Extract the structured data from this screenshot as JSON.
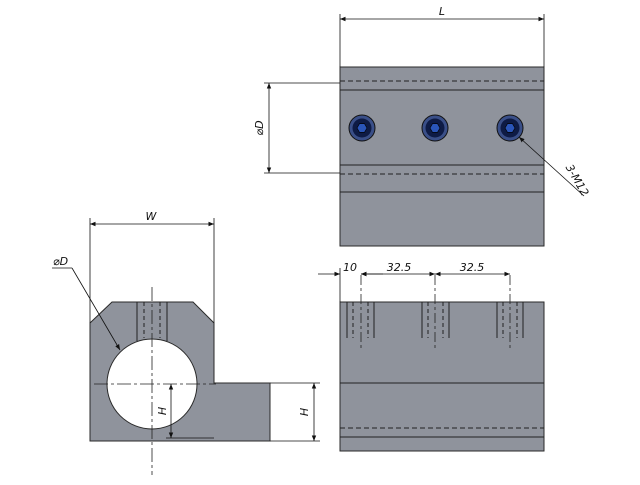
{
  "colors": {
    "background": "#ffffff",
    "part_fill": "#8f939c",
    "part_edge": "#2a2a2a",
    "dim_line": "#111111",
    "screw_dark": "#0e1b45",
    "screw_blue": "#2a55b8"
  },
  "labels": {
    "length": "L",
    "width": "W",
    "diameter_top": "⌀D",
    "diameter_front": "⌀D",
    "screws": "3-M12",
    "height_inner": "H",
    "height_outer": "H",
    "offset_edge": "10",
    "pitch_1": "32.5",
    "pitch_2": "32.5"
  }
}
